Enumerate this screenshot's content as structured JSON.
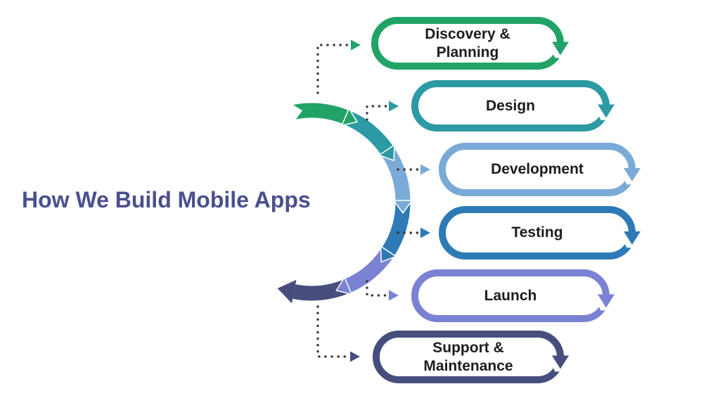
{
  "title": {
    "text": "How We Build Mobile Apps",
    "color": "#4a4f8e"
  },
  "stages": [
    {
      "label": "Discovery &\nPlanning",
      "color": "#21a367"
    },
    {
      "label": "Design",
      "color": "#2b9aa4"
    },
    {
      "label": "Development",
      "color": "#7aabd6"
    },
    {
      "label": "Testing",
      "color": "#2d7ab6"
    },
    {
      "label": "Launch",
      "color": "#7b82d4"
    },
    {
      "label": "Support &\nMaintenance",
      "color": "#474e7e"
    }
  ],
  "flow": {
    "connector_dot_color": "#3a3a3a",
    "pill_text_color": "#1c1c1c",
    "background": "#ffffff"
  }
}
